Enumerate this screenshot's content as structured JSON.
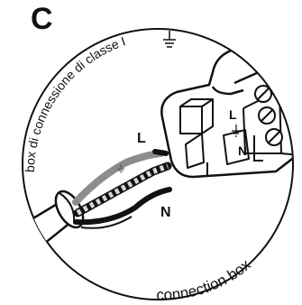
{
  "panel_letter": "C",
  "labels": {
    "top_curved": "box di connessione di classe I",
    "bottom_curved": "connection box",
    "wire_live": "L",
    "wire_neutral": "N",
    "terminal_live": "L",
    "terminal_neutral": "N"
  },
  "symbols": {
    "ground": "⏚"
  },
  "icons": {
    "top_ground_icon": "earth-ground-symbol",
    "terminal_ground_icon": "earth-ground-symbol",
    "wire_ground_icon": "earth-ground-symbol"
  },
  "colors": {
    "ink": "#111111",
    "live_wire": "#8c8c8c",
    "background": "#ffffff"
  }
}
